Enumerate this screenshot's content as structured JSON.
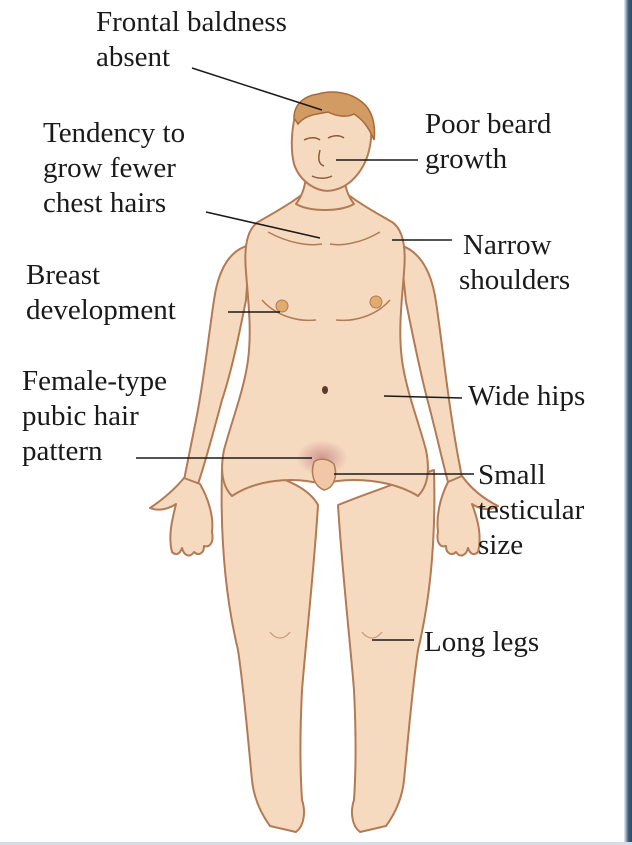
{
  "labels": {
    "frontal_baldness": [
      "Frontal baldness",
      "absent"
    ],
    "chest_hairs": [
      "Tendency to",
      "grow fewer",
      "chest hairs"
    ],
    "poor_beard": [
      "Poor beard",
      "growth"
    ],
    "narrow_shoulders": [
      "Narrow",
      "shoulders"
    ],
    "breast_development": [
      "Breast",
      "development"
    ],
    "pubic_hair": [
      "Female-type",
      "pubic hair",
      "pattern"
    ],
    "wide_hips": [
      "Wide hips"
    ],
    "small_testicular": [
      "Small",
      "testicular",
      "size"
    ],
    "long_legs": [
      "Long legs"
    ]
  },
  "colors": {
    "skin": "#f6dac0",
    "skin_shadow": "#e8b894",
    "outline": "#b27a55",
    "hair": "#d29b64",
    "leader_line": "#1a1a1a",
    "frame_edge": "#3f5f80"
  }
}
